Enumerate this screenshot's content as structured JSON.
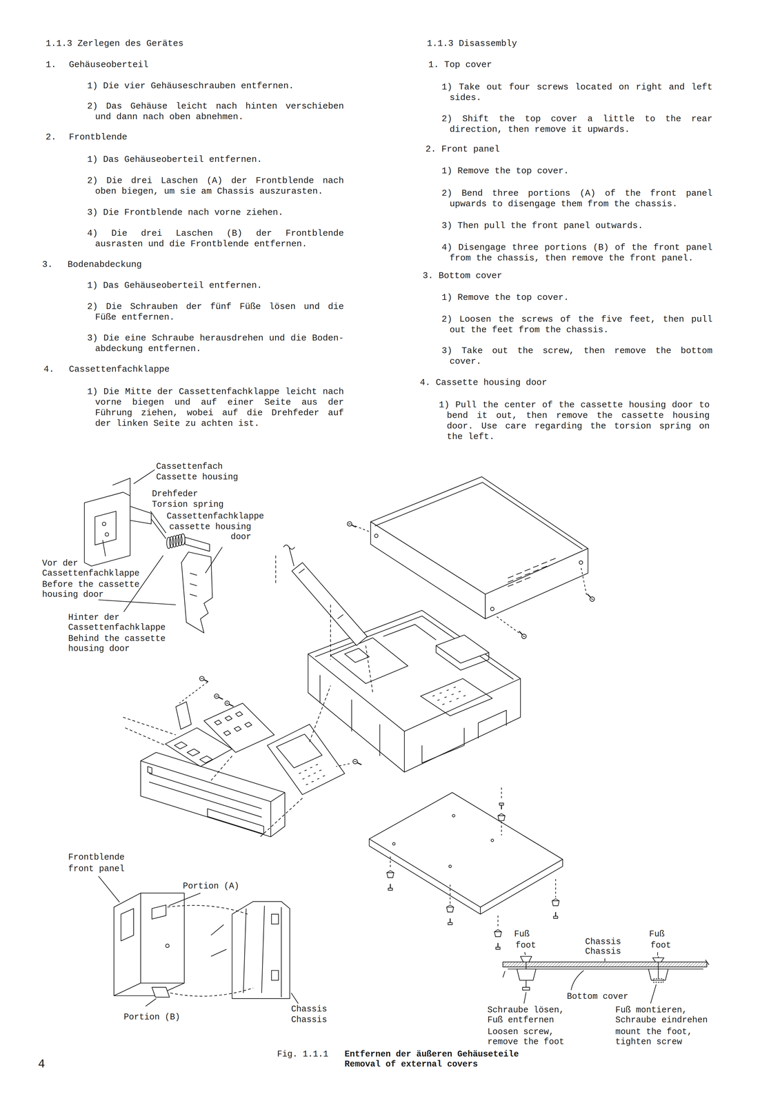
{
  "diagram": {
    "caption": "Entfernen der äußeren Gehäuseteile Removal of external covers",
    "labels": [
      "1.1.3 Zerlegen des Gerätes",
      "1.",
      "Gehäuseoberteil",
      "1) Die vier Gehäuseschrauben entfernen.",
      "2) Das Gehäuse leicht nach hinten verschieben und dann nach oben abnehmen.",
      "2.",
      "Frontblende",
      "1) Das Gehäuseoberteil entfernen.",
      "2) Die drei Laschen (A) der Frontblende nach oben biegen, um sie am Chassis auszurasten.",
      "3) Die Frontblende nach vorne ziehen.",
      "4) Die drei Laschen (B) der Frontblende ausrasten und die Frontblende entfernen.",
      "3.",
      "Bodenabdeckung",
      "1) Das Gehäuseoberteil entfernen.",
      "2) Die Schrauben der fünf Füße lösen und die Füße entfernen.",
      "3) Die eine Schraube herausdrehen und die Boden- abdeckung entfernen.",
      "4.",
      "Cassettenfachklappe",
      "1) Die Mitte der Cassettenfachklappe leicht nach vorne biegen und auf einer Seite aus der Führung ziehen, wobei auf die Drehfeder auf der linken Seite zu achten ist.",
      "1.1.3 Disassembly",
      "1. Top cover",
      "1) Take out four screws located on right and left sides.",
      "2) Shift the top cover a little to the rear direction, then remove it upwards.",
      "2. Front panel",
      "1) Remove the top cover.",
      "2) Bend three portions (A) of the front panel upwards to disengage them from the chassis.",
      "3) Then pull the front panel outwards.",
      "4) Disengage three portions (B) of the front panel from the chassis, then remove the front panel.",
      "3. Bottom cover",
      "1) Remove the top cover.",
      "2) Loosen the screws of the five feet, then pull out the feet from the chassis.",
      "3) Take out the screw, then remove the bottom cover.",
      "4. Cassette housing door",
      "1) Pull the center of the cassette housing door to bend it out, then remove the cassette housing door. Use care regarding the torsion spring on the left.",
      "Cassettenfach",
      "Cassette housing",
      "Drehfeder",
      "Torsion spring",
      "Cassettenfachklappe",
      "cassette housing door",
      "Vor der Cassettenfachklappe",
      "Before the cassette housing door",
      "Hinter der Cassettenfachklappe",
      "Behind the cassette housing door",
      "Frontblende",
      "front panel",
      "Portion (A)",
      "Portion (B)",
      "Chassis",
      "Chassis",
      "Fuß",
      "foot",
      "Chassis",
      "Chassis",
      "Fuß",
      "foot",
      "Bottom cover",
      "Schraube lösen, Fuß entfernen",
      "Loosen screw, remove the foot",
      "Fuß montieren, Schraube eindrehen",
      "mount the foot, tighten screw",
      "Fig. 1.1.1",
      "4"
    ]
  }
}
